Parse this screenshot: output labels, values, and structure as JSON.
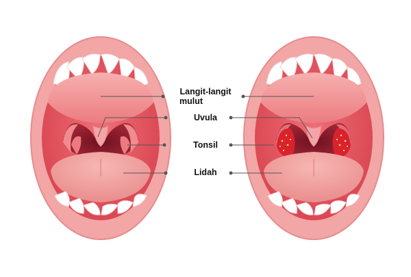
{
  "labels": {
    "palate_line1": "Langit-langit",
    "palate_line2": "mulut",
    "uvula": "Uvula",
    "tonsil": "Tonsil",
    "tongue": "Lidah"
  },
  "colors": {
    "lip": "#f2a6a6",
    "lip_shade": "#e88a8c",
    "mouth_cavity": "#e05a63",
    "palate": "#f39a9c",
    "throat_dark": "#8c1d2a",
    "tongue": "#f1a2a0",
    "teeth": "#ffffff",
    "inflamed_tonsil": "#d9222e",
    "leader_line": "#555555"
  },
  "panels": [
    {
      "name": "normal-throat",
      "tonsil_state": "normal"
    },
    {
      "name": "tonsillitis-throat",
      "tonsil_state": "inflamed"
    }
  ]
}
